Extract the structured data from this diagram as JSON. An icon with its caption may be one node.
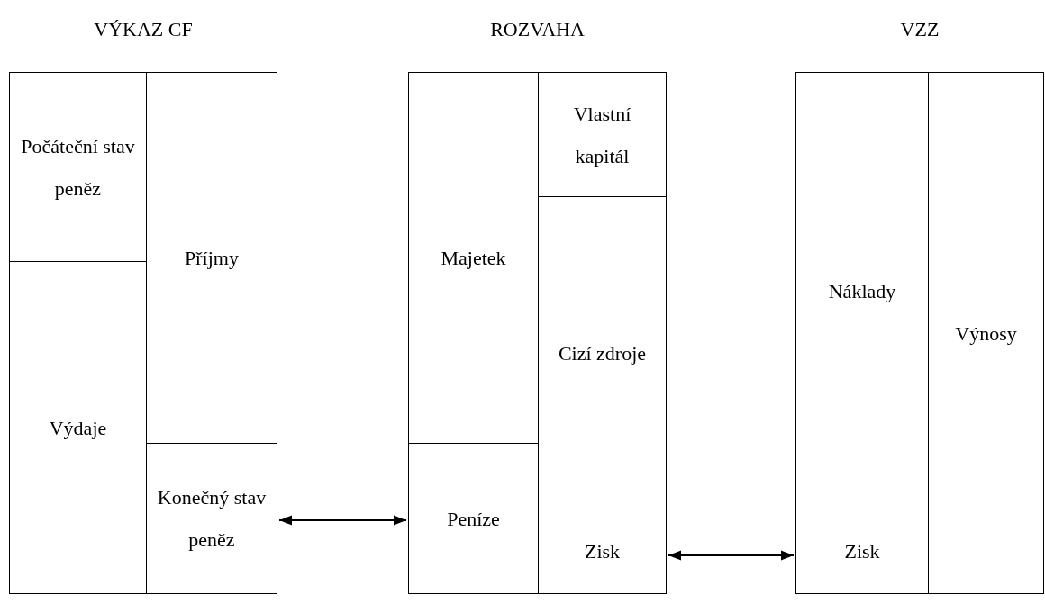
{
  "diagram": {
    "nodes": [
      {
        "text": [
          "VÝKAZ CF"
        ]
      },
      {
        "text": [
          "Počáteční stav peněz"
        ],
        "in": 0
      },
      {
        "text": [
          "Příjmy"
        ],
        "in": 0
      },
      {
        "text": [
          "Výdaje"
        ],
        "in": 0
      },
      {
        "text": [
          "Konečný stav peněz"
        ],
        "in": 0
      },
      {
        "text": [
          "ROZVAHA"
        ]
      },
      {
        "text": [
          "Majetek"
        ],
        "in": 5
      },
      {
        "text": [
          "Vlastní kapitál"
        ],
        "in": 5
      },
      {
        "text": [
          "Cizí zdroje"
        ],
        "in": 5
      },
      {
        "text": [
          "Peníze"
        ],
        "in": 5
      },
      {
        "text": [
          "Zisk"
        ],
        "in": 5
      },
      {
        "text": [
          "VZZ"
        ]
      },
      {
        "text": [
          "Náklady"
        ],
        "in": 11
      },
      {
        "text": [
          "Výnosy"
        ],
        "in": 11
      },
      {
        "text": [
          "Zisk"
        ],
        "in": 11
      }
    ],
    "edges": [
      {
        "from": 4,
        "to": 9,
        "arrow": "both"
      },
      {
        "from": 10,
        "to": 14,
        "arrow": "both"
      }
    ]
  }
}
